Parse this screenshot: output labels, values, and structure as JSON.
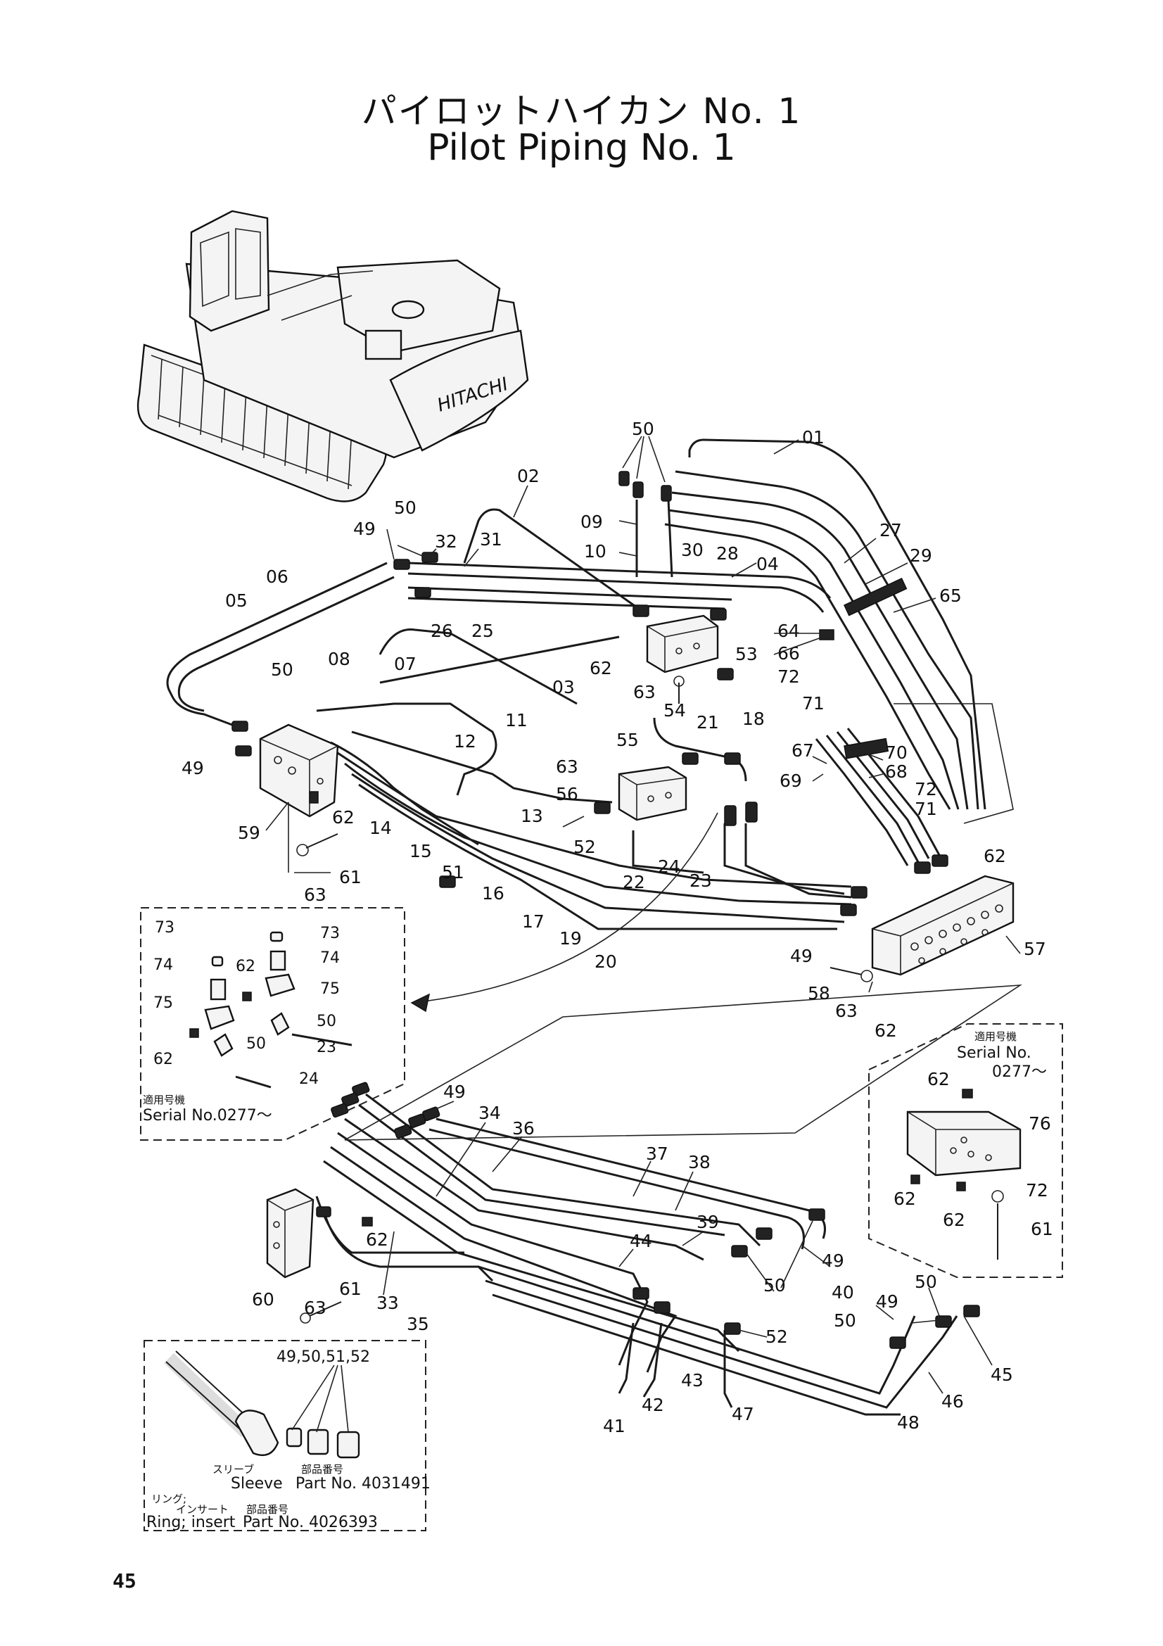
{
  "title_jp": "パイロットハイカン No. 1",
  "title_en": "Pilot Piping No. 1",
  "machine_brand": "HITACHI",
  "page_number": "45",
  "part_labels": [
    "01",
    "02",
    "03",
    "04",
    "05",
    "06",
    "07",
    "08",
    "09",
    "10",
    "11",
    "12",
    "13",
    "14",
    "15",
    "16",
    "17",
    "18",
    "19",
    "20",
    "21",
    "22",
    "23",
    "24",
    "25",
    "26",
    "27",
    "28",
    "29",
    "30",
    "31",
    "32",
    "33",
    "34",
    "35",
    "36",
    "37",
    "38",
    "39",
    "40",
    "41",
    "42",
    "43",
    "44",
    "45",
    "46",
    "47",
    "48",
    "49",
    "50",
    "51",
    "52",
    "53",
    "54",
    "55",
    "56",
    "57",
    "58",
    "59",
    "60",
    "61",
    "62",
    "63",
    "64",
    "65",
    "66",
    "67",
    "68",
    "69",
    "70",
    "71",
    "72",
    "73",
    "74",
    "75",
    "76"
  ],
  "inset_serial": {
    "applicable_jp": "適用号機",
    "serial_label": "Serial No.0277～",
    "serial_label_right": "Serial No.",
    "serial_value_right": "0277～"
  },
  "fitting_inset": {
    "labels": "49,50,51,52",
    "sleeve_jp": "スリーブ",
    "sleeve_en": "Sleeve",
    "sleeve_partno_jp": "部品番号",
    "sleeve_partno": "Part No. 4031491",
    "ring_jp": "リング;",
    "insert_jp": "インサート",
    "ring_en": "Ring; insert",
    "ring_partno_jp": "部品番号",
    "ring_partno": "Part No. 4026393"
  }
}
